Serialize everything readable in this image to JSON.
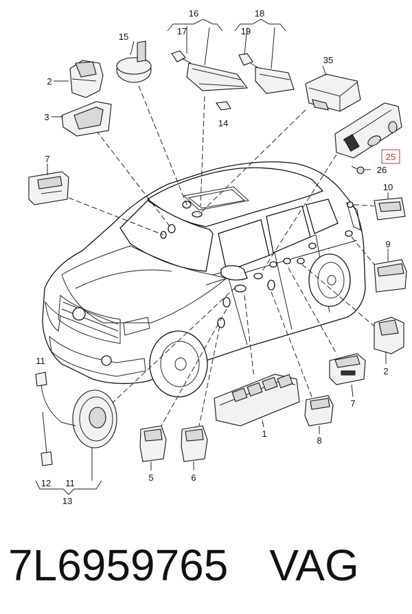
{
  "diagram": {
    "labels": {
      "l16": "16",
      "l17": "17",
      "l18": "18",
      "l19": "19",
      "l15": "15",
      "l2a": "2",
      "l3": "3",
      "l14": "14",
      "l35": "35",
      "l25": "25",
      "l26": "26",
      "l7a": "7",
      "l10": "10",
      "l9": "9",
      "l2b": "2",
      "l7b": "7",
      "l1": "1",
      "l8": "8",
      "l11a": "11",
      "l12": "12",
      "l11b": "11",
      "l13": "13",
      "l5": "5",
      "l6": "6"
    },
    "highlight_color": "#c0392b"
  },
  "caption": {
    "part_number": "7L6959765",
    "brand": "VAG"
  }
}
